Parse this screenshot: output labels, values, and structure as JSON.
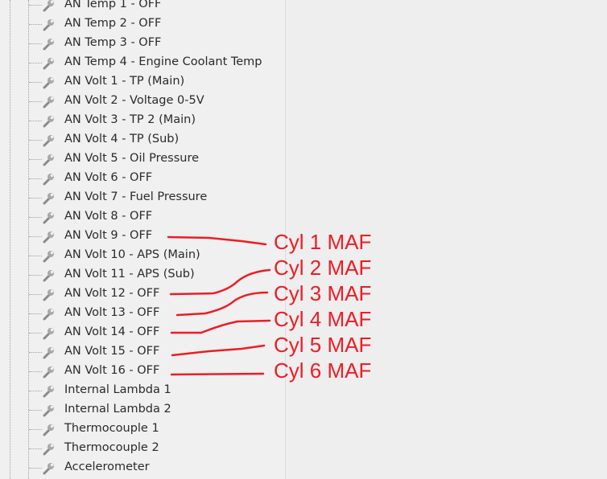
{
  "tree_items": [
    "AN Temp 1 - OFF",
    "AN Temp 2 - OFF",
    "AN Temp 3 - OFF",
    "AN Temp 4 - Engine Coolant Temp",
    "AN Volt 1 - TP (Main)",
    "AN Volt 2 - Voltage 0-5V",
    "AN Volt 3 - TP 2 (Main)",
    "AN Volt 4 - TP (Sub)",
    "AN Volt 5 - Oil Pressure",
    "AN Volt 6 - OFF",
    "AN Volt 7 - Fuel Pressure",
    "AN Volt 8 - OFF",
    "AN Volt 9 - OFF",
    "AN Volt 10 - APS (Main)",
    "AN Volt 11 - APS (Sub)",
    "AN Volt 12 - OFF",
    "AN Volt 13 - OFF",
    "AN Volt 14 - OFF",
    "AN Volt 15 - OFF",
    "AN Volt 16 - OFF",
    "Internal Lambda 1",
    "Internal Lambda 2",
    "Thermocouple 1",
    "Thermocouple 2",
    "Accelerometer"
  ],
  "item_icon": "wrench-icon",
  "annotations": [
    "Cyl 1 MAF",
    "Cyl 2 MAF",
    "Cyl 3 MAF",
    "Cyl 4 MAF",
    "Cyl 5 MAF",
    "Cyl 6 MAF"
  ],
  "annotation_color": "#ee1c25"
}
